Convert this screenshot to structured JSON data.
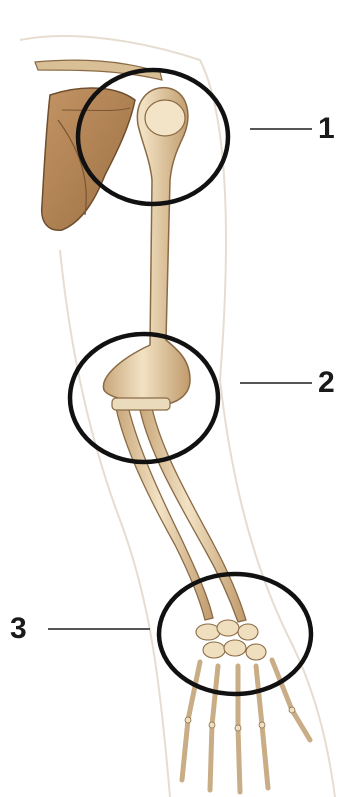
{
  "labels": [
    {
      "id": "1",
      "text": "1"
    },
    {
      "id": "2",
      "text": "2"
    },
    {
      "id": "3",
      "text": "3"
    }
  ],
  "colors": {
    "bone_fill": "#e8d2ad",
    "bone_shade": "#c9a77a",
    "bone_outline": "#8a6a45",
    "scapula_fill": "#b8875a",
    "circle_stroke": "#111111",
    "leader_line": "#555555",
    "skin_outline": "#e6ddd0"
  }
}
